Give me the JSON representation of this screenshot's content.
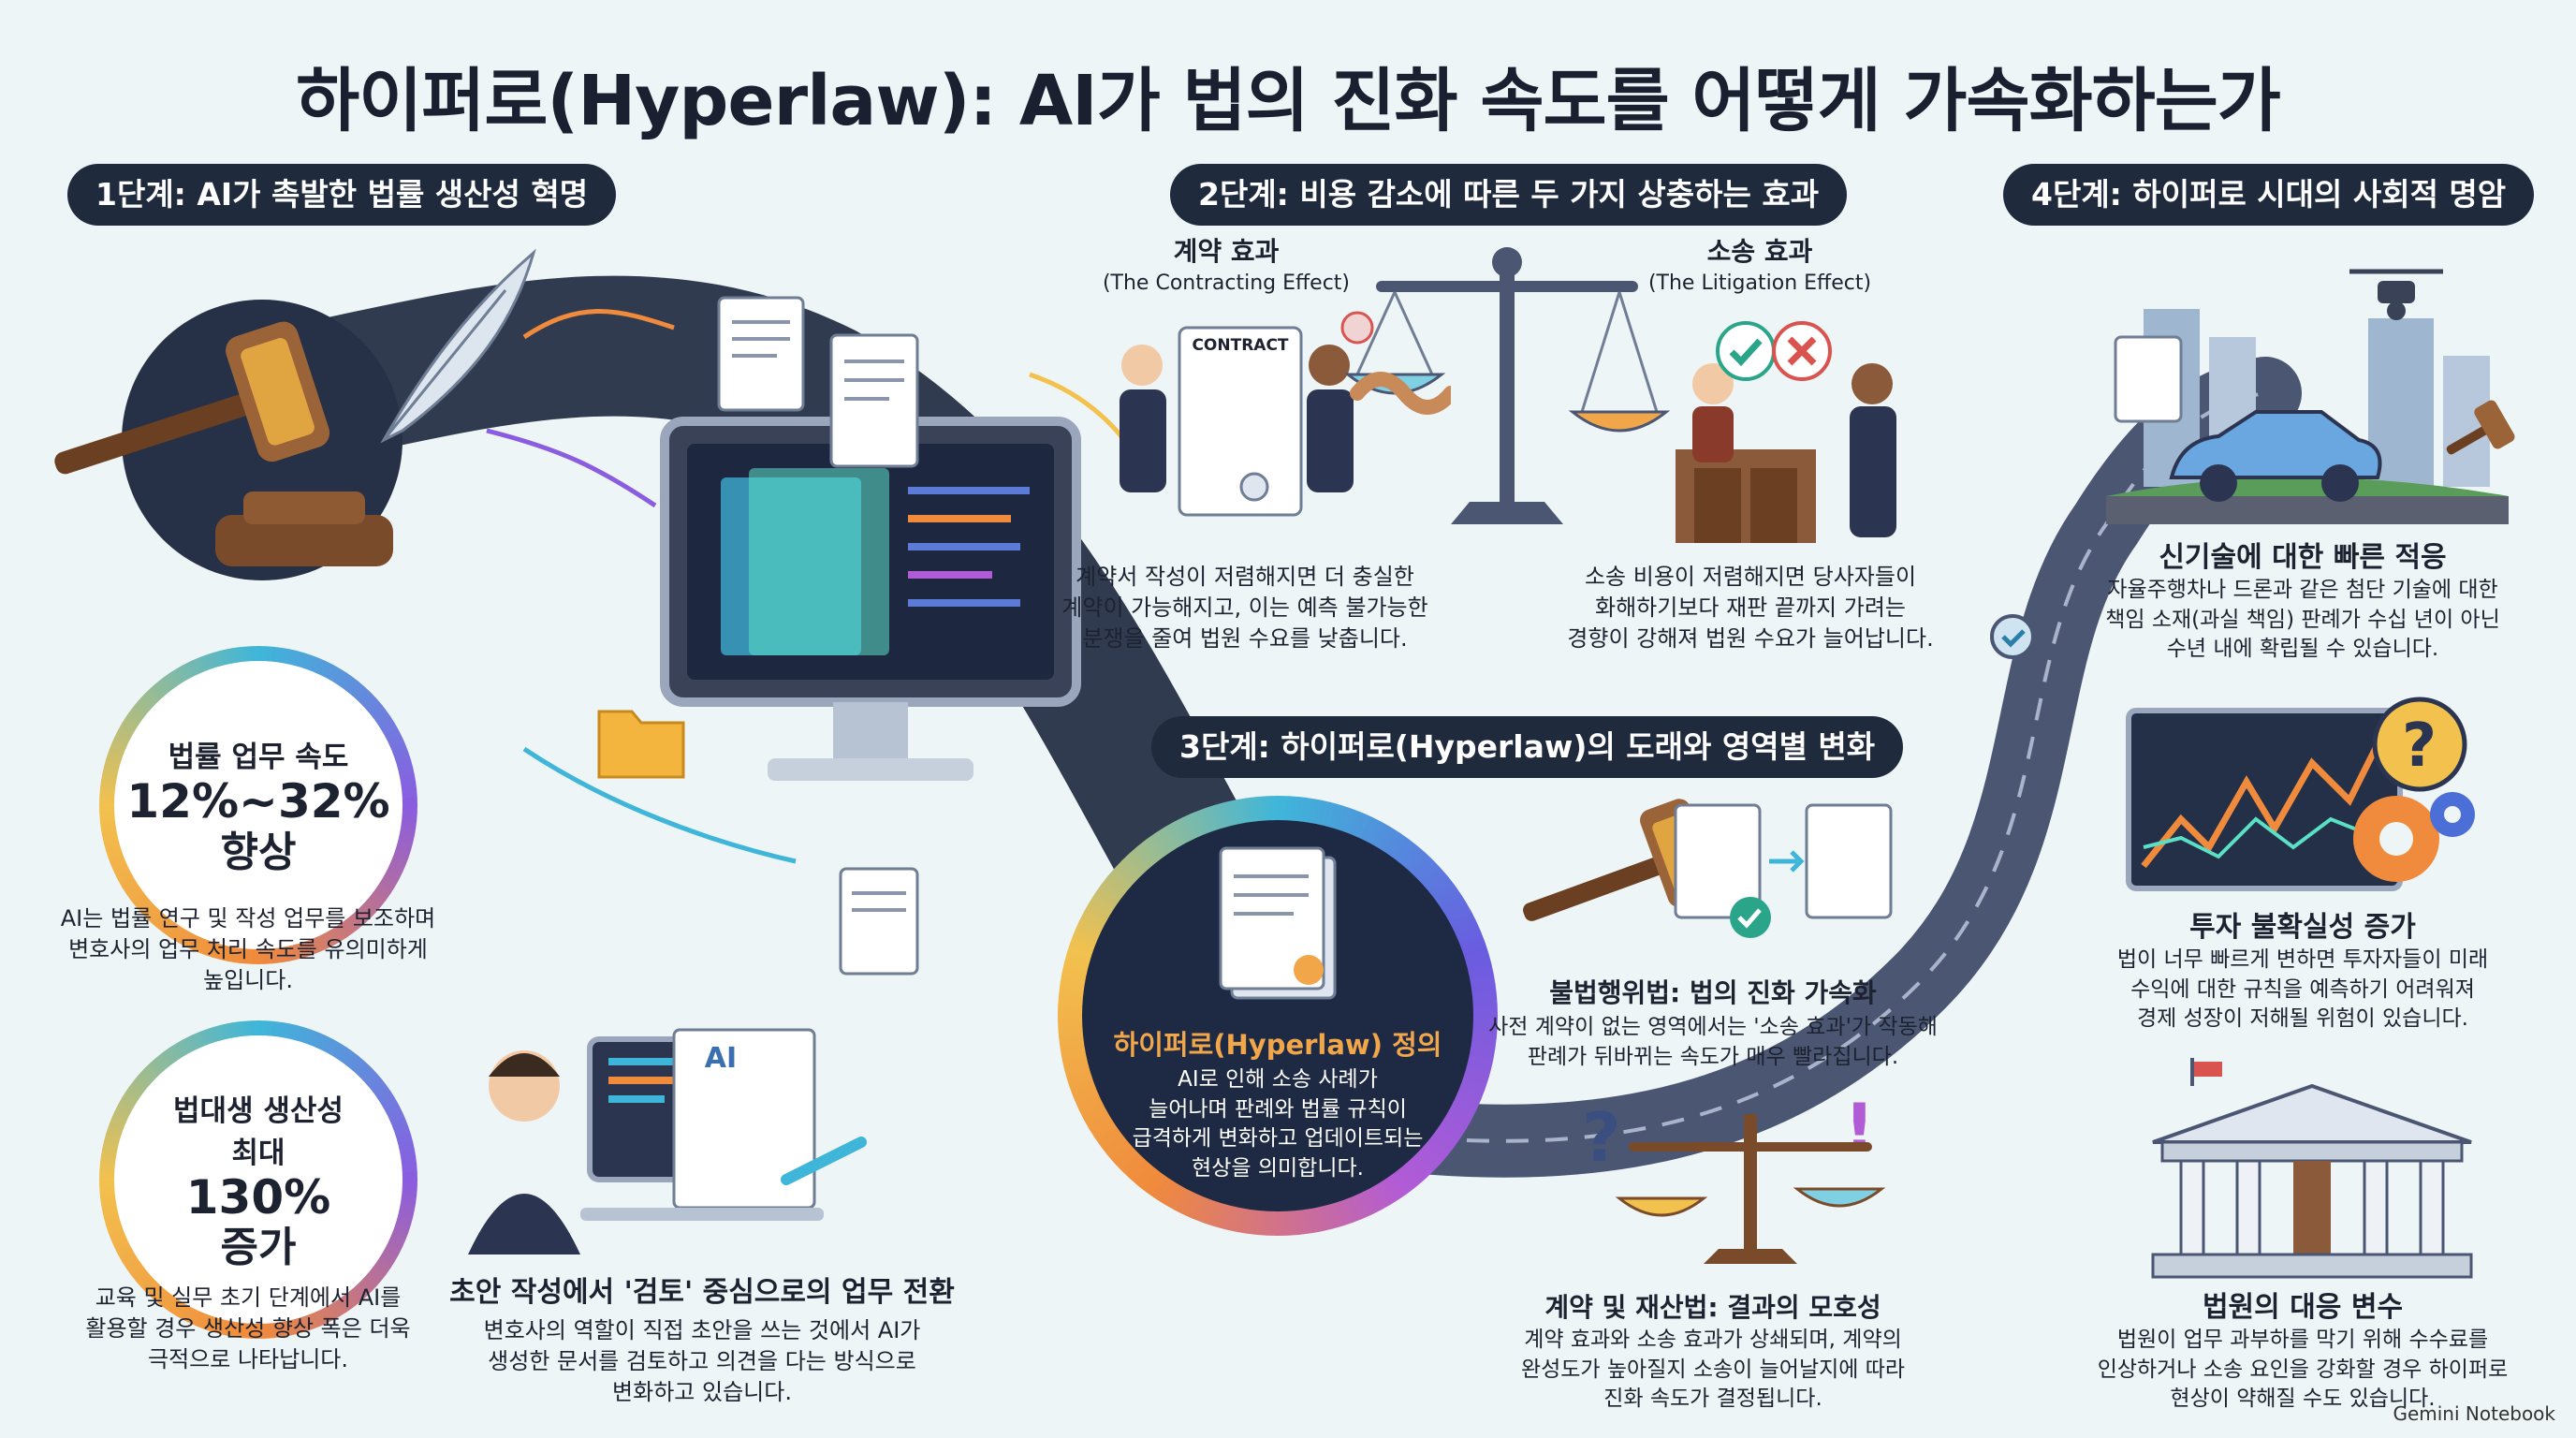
{
  "title": "하이퍼로(Hyperlaw): AI가 법의 진화 속도를 어떻게 가속화하는가",
  "stage1": {
    "heading": "1단계: AI가 촉발한 법률 생산성 혁명",
    "stat1": {
      "label": "법률 업무 속도",
      "value": "12%~32%",
      "unit": "향상"
    },
    "stat1_desc": [
      "AI는 법률 연구 및 작성 업무를 보조하며",
      "변호사의 업무 처리 속도를 유의미하게",
      "높입니다."
    ],
    "stat2": {
      "label1": "법대생 생산성",
      "label2": "최대",
      "value": "130%",
      "unit": "증가"
    },
    "stat2_desc": [
      "교육 및 실무 초기 단계에서 AI를",
      "활용할 경우 생산성 향상 폭은 더욱",
      "극적으로 나타납니다."
    ],
    "drafting_title": "초안 작성에서 '검토' 중심으로의 업무 전환",
    "drafting_desc": [
      "변호사의 역할이 직접 초안을 쓰는 것에서 AI가",
      "생성한 문서를 검토하고 의견을 다는 방식으로",
      "변화하고 있습니다."
    ],
    "ai_doc_label": "AI"
  },
  "stage2": {
    "heading": "2단계: 비용 감소에 따른 두 가지 상충하는 효과",
    "contract": {
      "title": "계약 효과",
      "subtitle": "(The Contracting Effect)",
      "doc_label": "CONTRACT",
      "desc": [
        "계약서 작성이 저렴해지면 더 충실한",
        "계약이 가능해지고, 이는 예측 불가능한",
        "분쟁을 줄여 법원 수요를 낮춥니다."
      ]
    },
    "litigation": {
      "title": "소송 효과",
      "subtitle": "(The Litigation Effect)",
      "desc": [
        "소송 비용이 저렴해지면 당사자들이",
        "화해하기보다 재판 끝까지 가려는",
        "경향이 강해져 법원 수요가 늘어납니다."
      ]
    }
  },
  "stage3": {
    "heading": "3단계: 하이퍼로(Hyperlaw)의 도래와 영역별 변화",
    "definition_title": "하이퍼로(Hyperlaw) 정의",
    "definition_desc": [
      "AI로 인해 소송 사례가",
      "늘어나며 판례와 법률 규칙이",
      "급격하게 변화하고 업데이트되는",
      "현상을 의미합니다."
    ],
    "tort_title": "불법행위법: 법의 진화 가속화",
    "tort_desc": [
      "사전 계약이 없는 영역에서는 '소송 효과'가 작동해",
      "판례가 뒤바뀌는 속도가 매우 빨라집니다."
    ],
    "contract_title": "계약 및 재산법: 결과의 모호성",
    "contract_desc": [
      "계약 효과와 소송 효과가 상쇄되며, 계약의",
      "완성도가 높아질지 소송이 늘어날지에 따라",
      "진화 속도가 결정됩니다."
    ]
  },
  "stage4": {
    "heading": "4단계: 하이퍼로 시대의 사회적 명암",
    "tech_title": "신기술에 대한 빠른 적응",
    "tech_desc": [
      "자율주행차나 드론과 같은 첨단 기술에 대한",
      "책임 소재(과실 책임) 판례가 수십 년이 아닌",
      "수년 내에 확립될 수 있습니다."
    ],
    "invest_title": "투자 불확실성 증가",
    "invest_desc": [
      "법이 너무 빠르게 변하면 투자자들이 미래",
      "수익에 대한 규칙을 예측하기 어려워져",
      "경제 성장이 저해될 위험이 있습니다."
    ],
    "court_title": "법원의 대응 변수",
    "court_desc": [
      "법원이 업무 과부하를 막기 위해 수수료를",
      "인상하거나 소송 요인을 강화할 경우 하이퍼로",
      "현상이 약해질 수도 있습니다."
    ]
  },
  "brand": "Gemini Notebook",
  "colors": {
    "navy": "#1f2a3d",
    "accent_blue": "#3fb6d9",
    "accent_orange": "#f08a3c",
    "accent_purple": "#8a5ce0"
  },
  "icons": [
    "gavel-icon",
    "quill-icon",
    "monitor-icon",
    "document-icon",
    "folder-icon",
    "scales-icon",
    "handshake-icon",
    "check-icon",
    "cross-icon",
    "question-icon",
    "drone-icon",
    "car-icon",
    "chart-icon",
    "gear-icon",
    "courthouse-icon"
  ]
}
